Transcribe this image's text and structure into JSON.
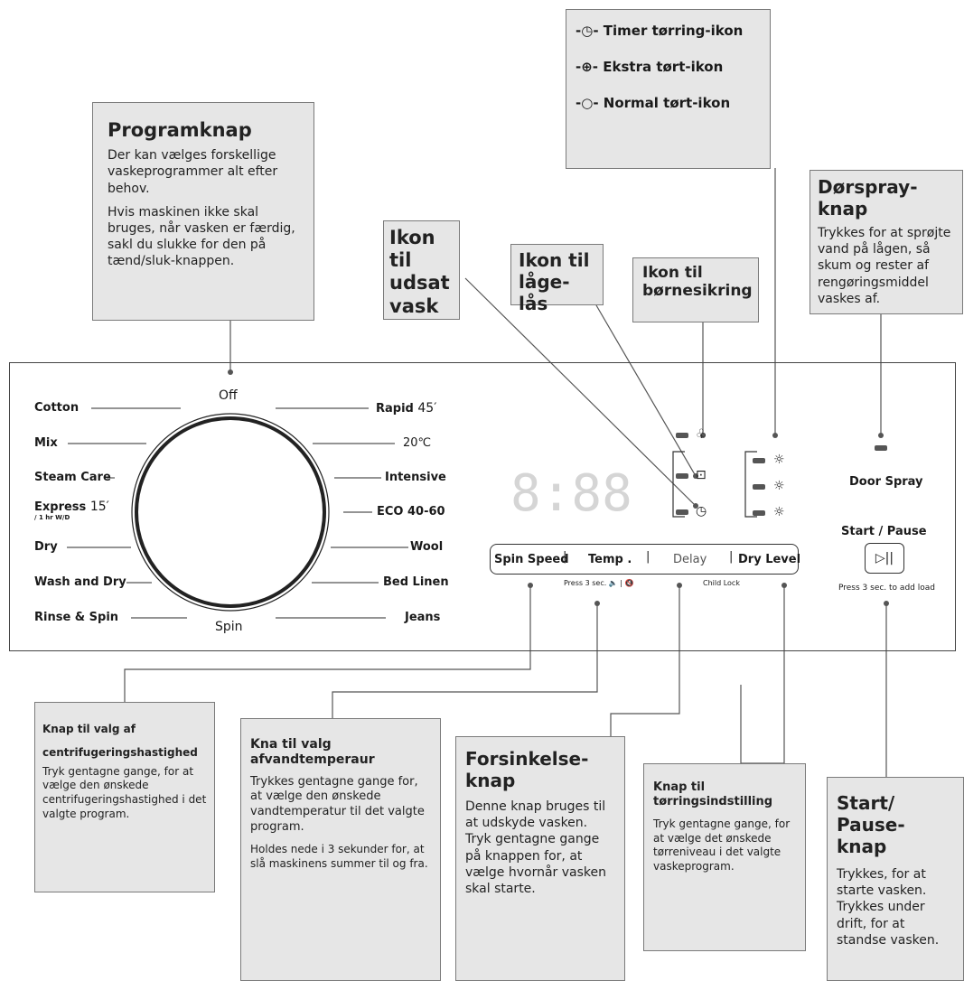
{
  "dryer_box": {
    "timer": "Timer tørring-ikon",
    "extra": "Ekstra tørt-ikon",
    "normal": "Normal tørt-ikon"
  },
  "program_box": {
    "title": "Programknap",
    "p1": "Der kan vælges forskellige vaskeprogrammer alt efter behov.",
    "p2": "Hvis maskinen ikke skal bruges, når vasken er færdig, sakl du slukke for den på tænd/sluk-knappen."
  },
  "delay_icon_box": {
    "title": "Ikon til udsat vask"
  },
  "door_lock_box": {
    "title": "Ikon til låge-lås"
  },
  "child_lock_box": {
    "title": "Ikon til børnesikring"
  },
  "door_spray_box": {
    "title": "Dørspray-knap",
    "text": "Trykkes for at sprøjte vand på lågen, så skum og rester af rengøringsmiddel vaskes af."
  },
  "panel": {
    "dial_top": "Off",
    "dial_bottom": "Spin",
    "left_programs": [
      "Cotton",
      "Mix",
      "Steam Care",
      "Express",
      "Dry",
      "Wash and Dry",
      "Rinse & Spin"
    ],
    "express_suffix": "15′",
    "express_sub": "/ 1 hr W/D",
    "right_programs": [
      "Rapid",
      "20℃",
      "Intensive",
      "ECO 40-60",
      "Wool",
      "Bed Linen",
      "Jeans"
    ],
    "rapid_suffix": "45′",
    "display": "8:88",
    "buttons": [
      "Spin Speed",
      "Temp .",
      "Delay",
      "Dry Level"
    ],
    "press_temp": "Press 3 sec. 🔈 | 🔇",
    "child_lock": "Child Lock",
    "door_spray": "Door Spray",
    "start_pause": "Start / Pause",
    "start_symbol": "▷||",
    "press_add": "Press 3 sec. to add load"
  },
  "spin_box": {
    "title1": "Knap til valg af",
    "title2": "centrifugeringshastighed",
    "text": "Tryk gentagne gange, for at vælge den ønskede centrifugeringshastighed i det valgte program."
  },
  "temp_box": {
    "title": "Kna til valg afvandtemperaur",
    "p1": "Trykkes gentagne gange for, at vælge den ønskede vandtemperatur til det valgte program.",
    "p2": "Holdes nede i 3 sekunder for, at slå maskinens summer til og fra."
  },
  "delay_box": {
    "title": "Forsinkelse-knap",
    "text": "Denne knap bruges til at udskyde vasken. Tryk gentagne gange på knappen for, at vælge hvornår vasken skal starte."
  },
  "dry_box": {
    "title": "Knap til tørringsindstilling",
    "text": "Tryk gentagne gange, for at vælge det ønskede tørreniveau i det valgte vaskeprogram."
  },
  "start_box": {
    "title": "Start/ Pause-knap",
    "text": "Trykkes, for at starte vasken. Trykkes under drift, for at standse vasken."
  }
}
